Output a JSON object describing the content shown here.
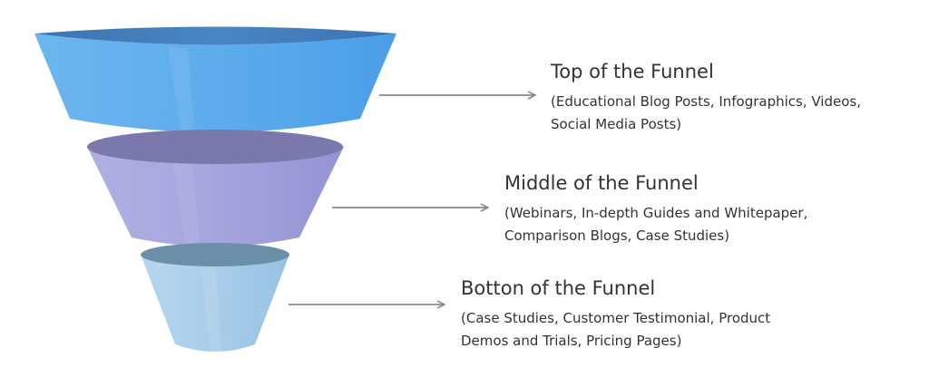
{
  "funnel": {
    "colors": {
      "top_body": "#5aa9ec",
      "top_rim": "#3f7fbf",
      "middle_body": "#a4a3dd",
      "middle_rim": "#7a78ad",
      "bottom_body": "#a9cdea",
      "bottom_rim": "#6b8fa8",
      "arrow": "#8a8a8a",
      "text": "#333333"
    },
    "stages": [
      {
        "id": "top",
        "title": "Top of the Funnel",
        "description_lines": [
          "(Educational Blog Posts, Infographics, Videos,",
          "Social Media Posts)"
        ]
      },
      {
        "id": "middle",
        "title": "Middle of the Funnel",
        "description_lines": [
          "(Webinars, In-depth Guides and Whitepaper,",
          "Comparison Blogs, Case Studies)"
        ]
      },
      {
        "id": "bottom",
        "title": "Botton of the Funnel",
        "description_lines": [
          "(Case Studies, Customer Testimonial, Product",
          "Demos and Trials, Pricing Pages)"
        ]
      }
    ]
  }
}
